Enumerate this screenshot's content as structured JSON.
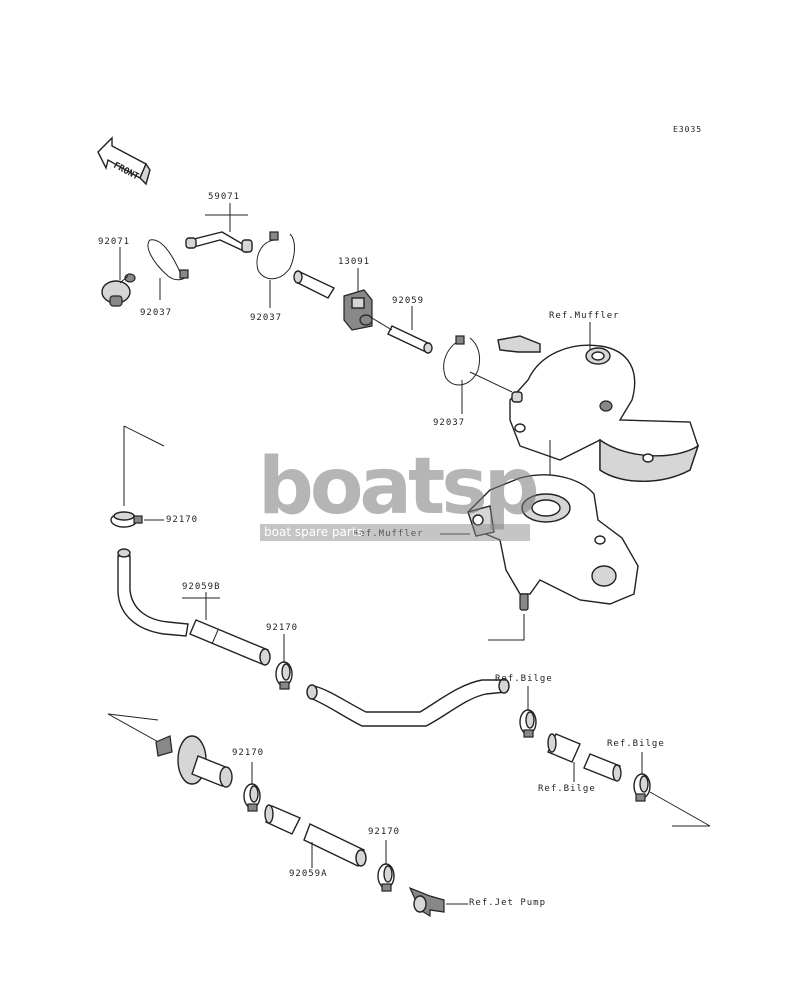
{
  "diagram_code": "E3035",
  "front_label": "FRONT",
  "labels": {
    "p59071": "59071",
    "p92071": "92071",
    "p92037_a": "92037",
    "p92037_b": "92037",
    "p13091": "13091",
    "p92059": "92059",
    "ref_muffler_top": "Ref.Muffler",
    "p92037_c": "92037",
    "p92170_a": "92170",
    "ref_muffler_mid": "Ref.Muffler",
    "p92059b": "92059B",
    "p92170_b": "92170",
    "ref_bilge_a": "Ref.Bilge",
    "ref_bilge_b": "Ref.Bilge",
    "ref_bilge_c": "Ref.Bilge",
    "p92170_c": "92170",
    "p92170_d": "92170",
    "p92059a": "92059A",
    "ref_jet_pump": "Ref.Jet Pump"
  },
  "watermark": {
    "brand": "boatsp",
    "tagline": "boat spare parts"
  }
}
